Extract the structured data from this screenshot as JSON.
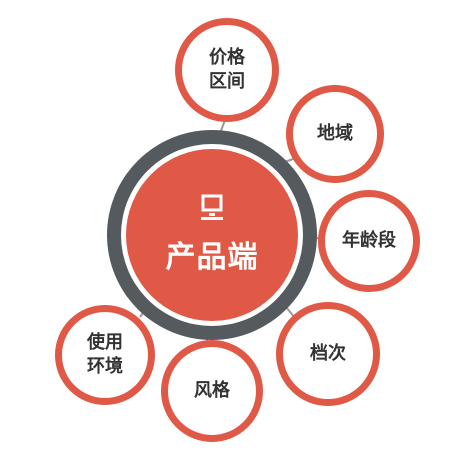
{
  "colors": {
    "accent": "#e05846",
    "hub_ring": "#555a5f",
    "connector": "#9a9a9a",
    "node_text": "#333333"
  },
  "center": {
    "label": "产品端",
    "icon": "terminal-icon"
  },
  "nodes": [
    {
      "id": "price-range",
      "lines": [
        "价格",
        "区间"
      ]
    },
    {
      "id": "region",
      "lines": [
        "地域"
      ]
    },
    {
      "id": "age-group",
      "lines": [
        "年龄段"
      ]
    },
    {
      "id": "grade",
      "lines": [
        "档次"
      ]
    },
    {
      "id": "style",
      "lines": [
        "风格"
      ]
    },
    {
      "id": "usage-env",
      "lines": [
        "使用",
        "环境"
      ]
    }
  ]
}
